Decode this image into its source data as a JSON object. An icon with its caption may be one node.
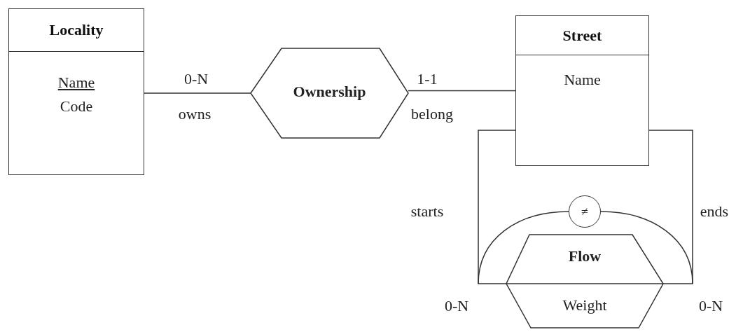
{
  "diagram": {
    "nodes": [
      {
        "text": [
          "Locality",
          "Name",
          "Code"
        ]
      },
      {
        "text": [
          "Ownership"
        ]
      },
      {
        "text": [
          "Street",
          "Name"
        ]
      },
      {
        "text": [
          "Flow",
          "Weight"
        ]
      },
      {
        "text": [
          "≠"
        ]
      }
    ],
    "edges": [
      {
        "from": 0,
        "to": 1,
        "arrow": "none",
        "label": "0-N"
      },
      {
        "from": 1,
        "to": 2,
        "arrow": "none",
        "label": "1-1"
      },
      {
        "from": 2,
        "to": 3,
        "arrow": "none",
        "label": "0-N"
      },
      {
        "from": 2,
        "to": 3,
        "arrow": "none",
        "label": "0-N"
      },
      {
        "from": 4,
        "to": null,
        "arrow": "none"
      },
      {
        "from": 4,
        "to": null,
        "arrow": "none"
      }
    ],
    "labels": [
      "owns",
      "belong",
      "starts",
      "ends"
    ]
  }
}
